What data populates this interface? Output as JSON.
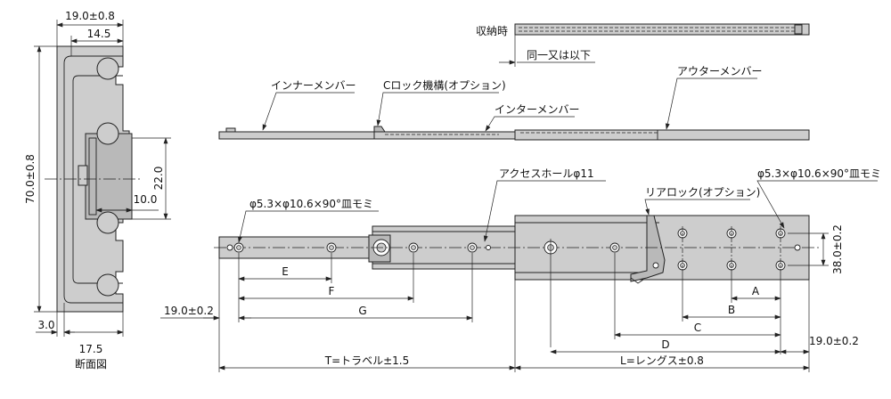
{
  "cross_section": {
    "width_total": "19.0±0.8",
    "width_inner": "14.5",
    "height_total": "70.0±0.8",
    "height_mid": "22.0",
    "depth_mid": "10.0",
    "bottom_offset": "3.0",
    "bottom_width": "17.5",
    "caption": "断面図"
  },
  "stowed": {
    "label": "収納時",
    "note": "同一又は以下"
  },
  "side_view": {
    "inner_member": "インナーメンバー",
    "c_lock": "Cロック機構(オプション)",
    "inter_member": "インターメンバー",
    "outer_member": "アウターメンバー"
  },
  "extended_view": {
    "access_hole": "アクセスホールφ11",
    "rear_lock": "リアロック(オプション)",
    "countersink_left": "φ5.3×φ10.6×90°皿モミ",
    "countersink_right": "φ5.3×φ10.6×90°皿モミ",
    "dims": {
      "left_offset": "19.0±0.2",
      "right_offset": "19.0±0.2",
      "hole_pitch_vertical": "38.0±0.2",
      "A": "A",
      "B": "B",
      "C": "C",
      "D": "D",
      "E": "E",
      "F": "F",
      "G": "G",
      "travel": "T=トラベル±1.5",
      "length": "L=レングス±0.8"
    }
  }
}
